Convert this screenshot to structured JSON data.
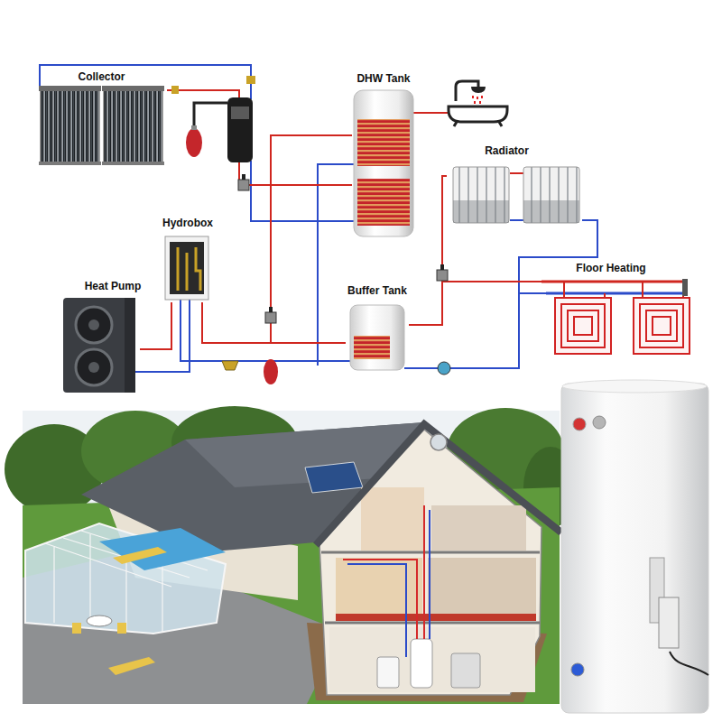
{
  "diagram": {
    "nodes": [
      {
        "text": [
          "Collector"
        ]
      },
      {
        "text": [
          "DHW Tank"
        ]
      },
      {
        "text": [
          "Radiator"
        ]
      },
      {
        "text": [
          "Hydrobox"
        ]
      },
      {
        "text": [
          "Floor Heating"
        ]
      },
      {
        "text": [
          "Heat Pump"
        ]
      },
      {
        "text": [
          "Buffer Tank"
        ]
      }
    ],
    "edges": [
      {
        "from": 0,
        "to": 1,
        "arrow": "none"
      },
      {
        "from": 5,
        "to": 3,
        "arrow": "none"
      },
      {
        "from": 3,
        "to": 1,
        "arrow": "none"
      },
      {
        "from": 3,
        "to": 6,
        "arrow": "none"
      },
      {
        "from": 6,
        "to": 2,
        "arrow": "none"
      },
      {
        "from": 6,
        "to": 4,
        "arrow": "none"
      }
    ]
  }
}
